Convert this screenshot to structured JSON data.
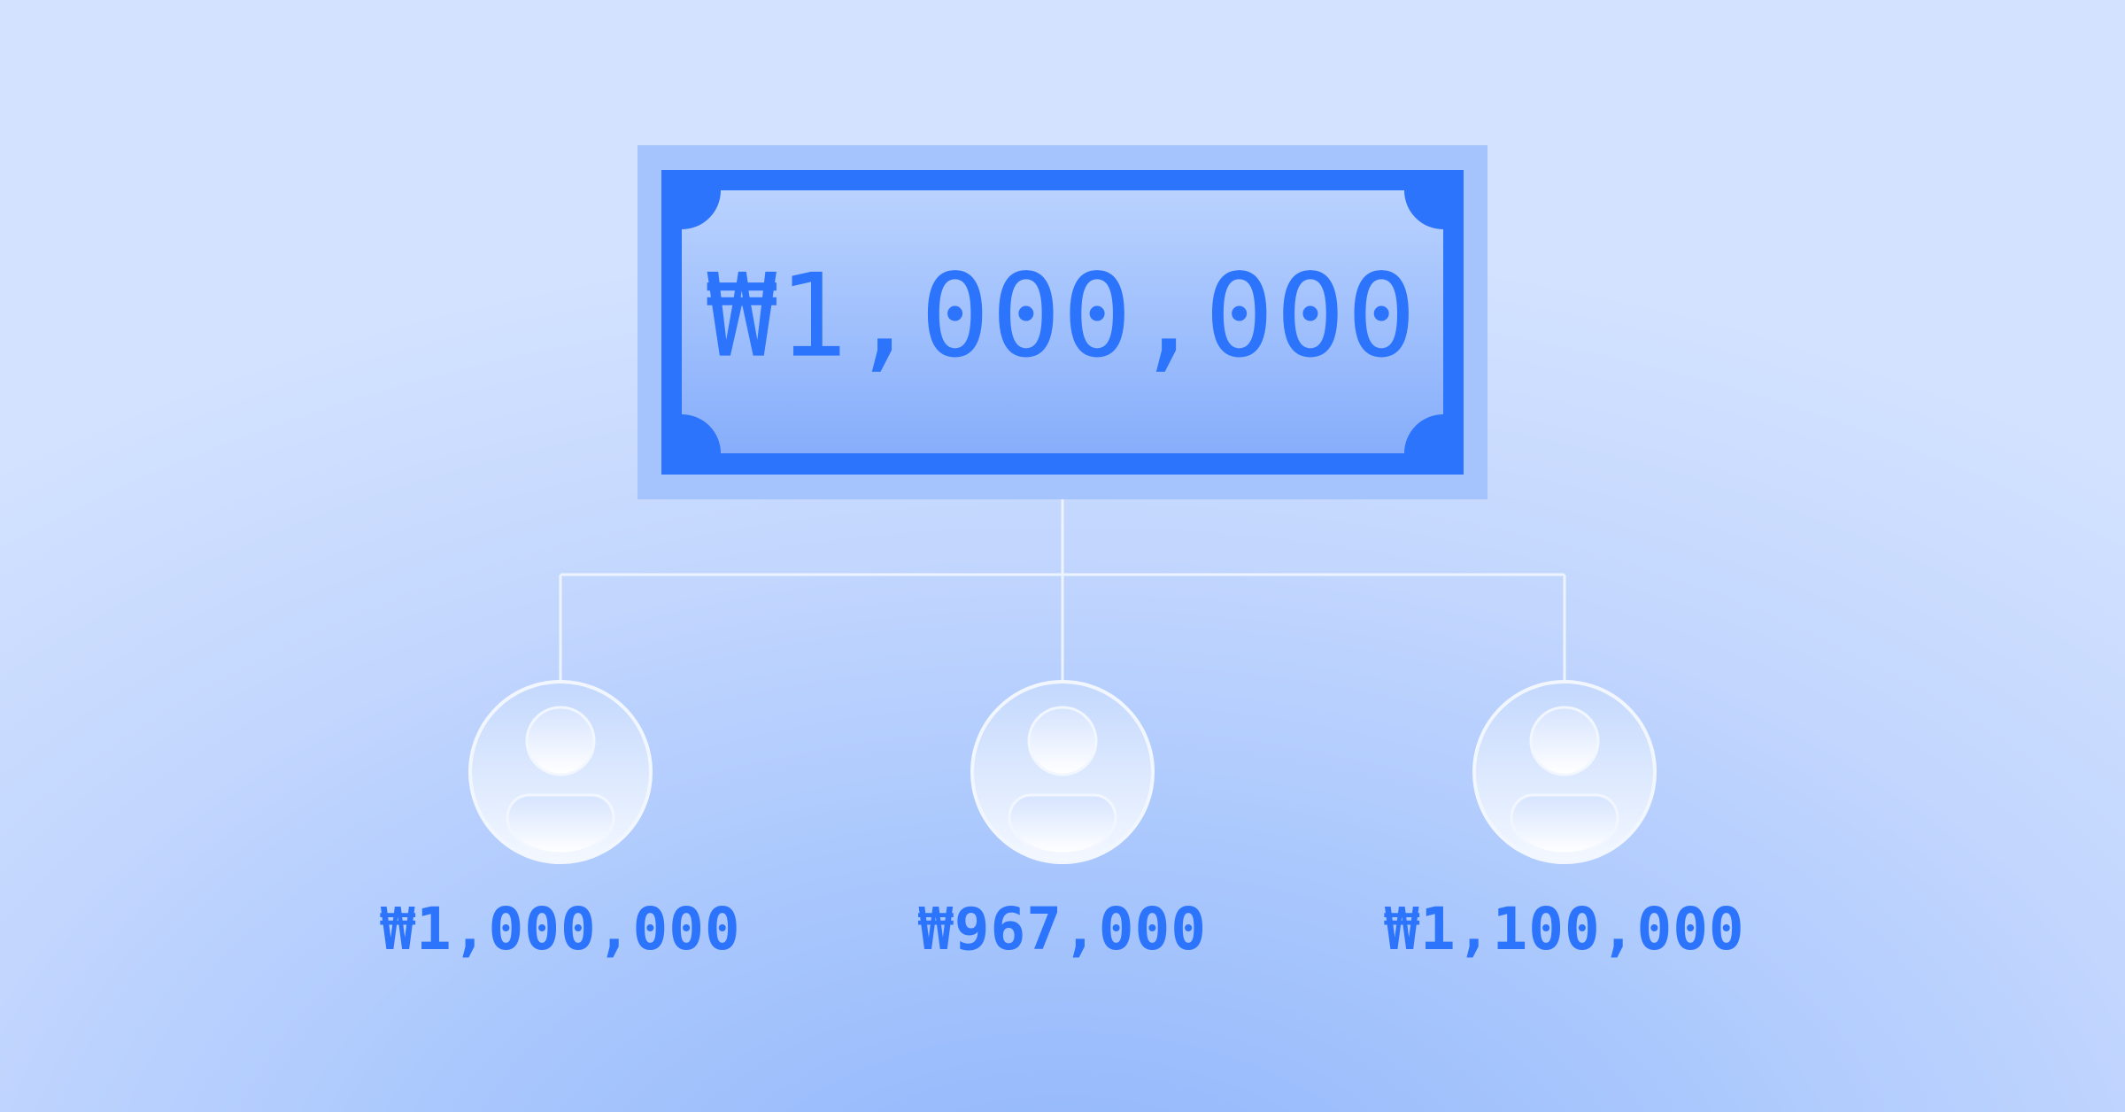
{
  "total": {
    "amount": "₩1,000,000"
  },
  "people": [
    {
      "icon": "person-icon",
      "amount": "₩1,000,000"
    },
    {
      "icon": "person-icon",
      "amount": "₩967,000"
    },
    {
      "icon": "person-icon",
      "amount": "₩1,100,000"
    }
  ],
  "colors": {
    "accent": "#2c74fb",
    "bill_outer": "#a5c4fd",
    "connector": "#eef4ff",
    "avatar_top": "#c3d8fe",
    "avatar_bottom": "#f4f8ff"
  }
}
